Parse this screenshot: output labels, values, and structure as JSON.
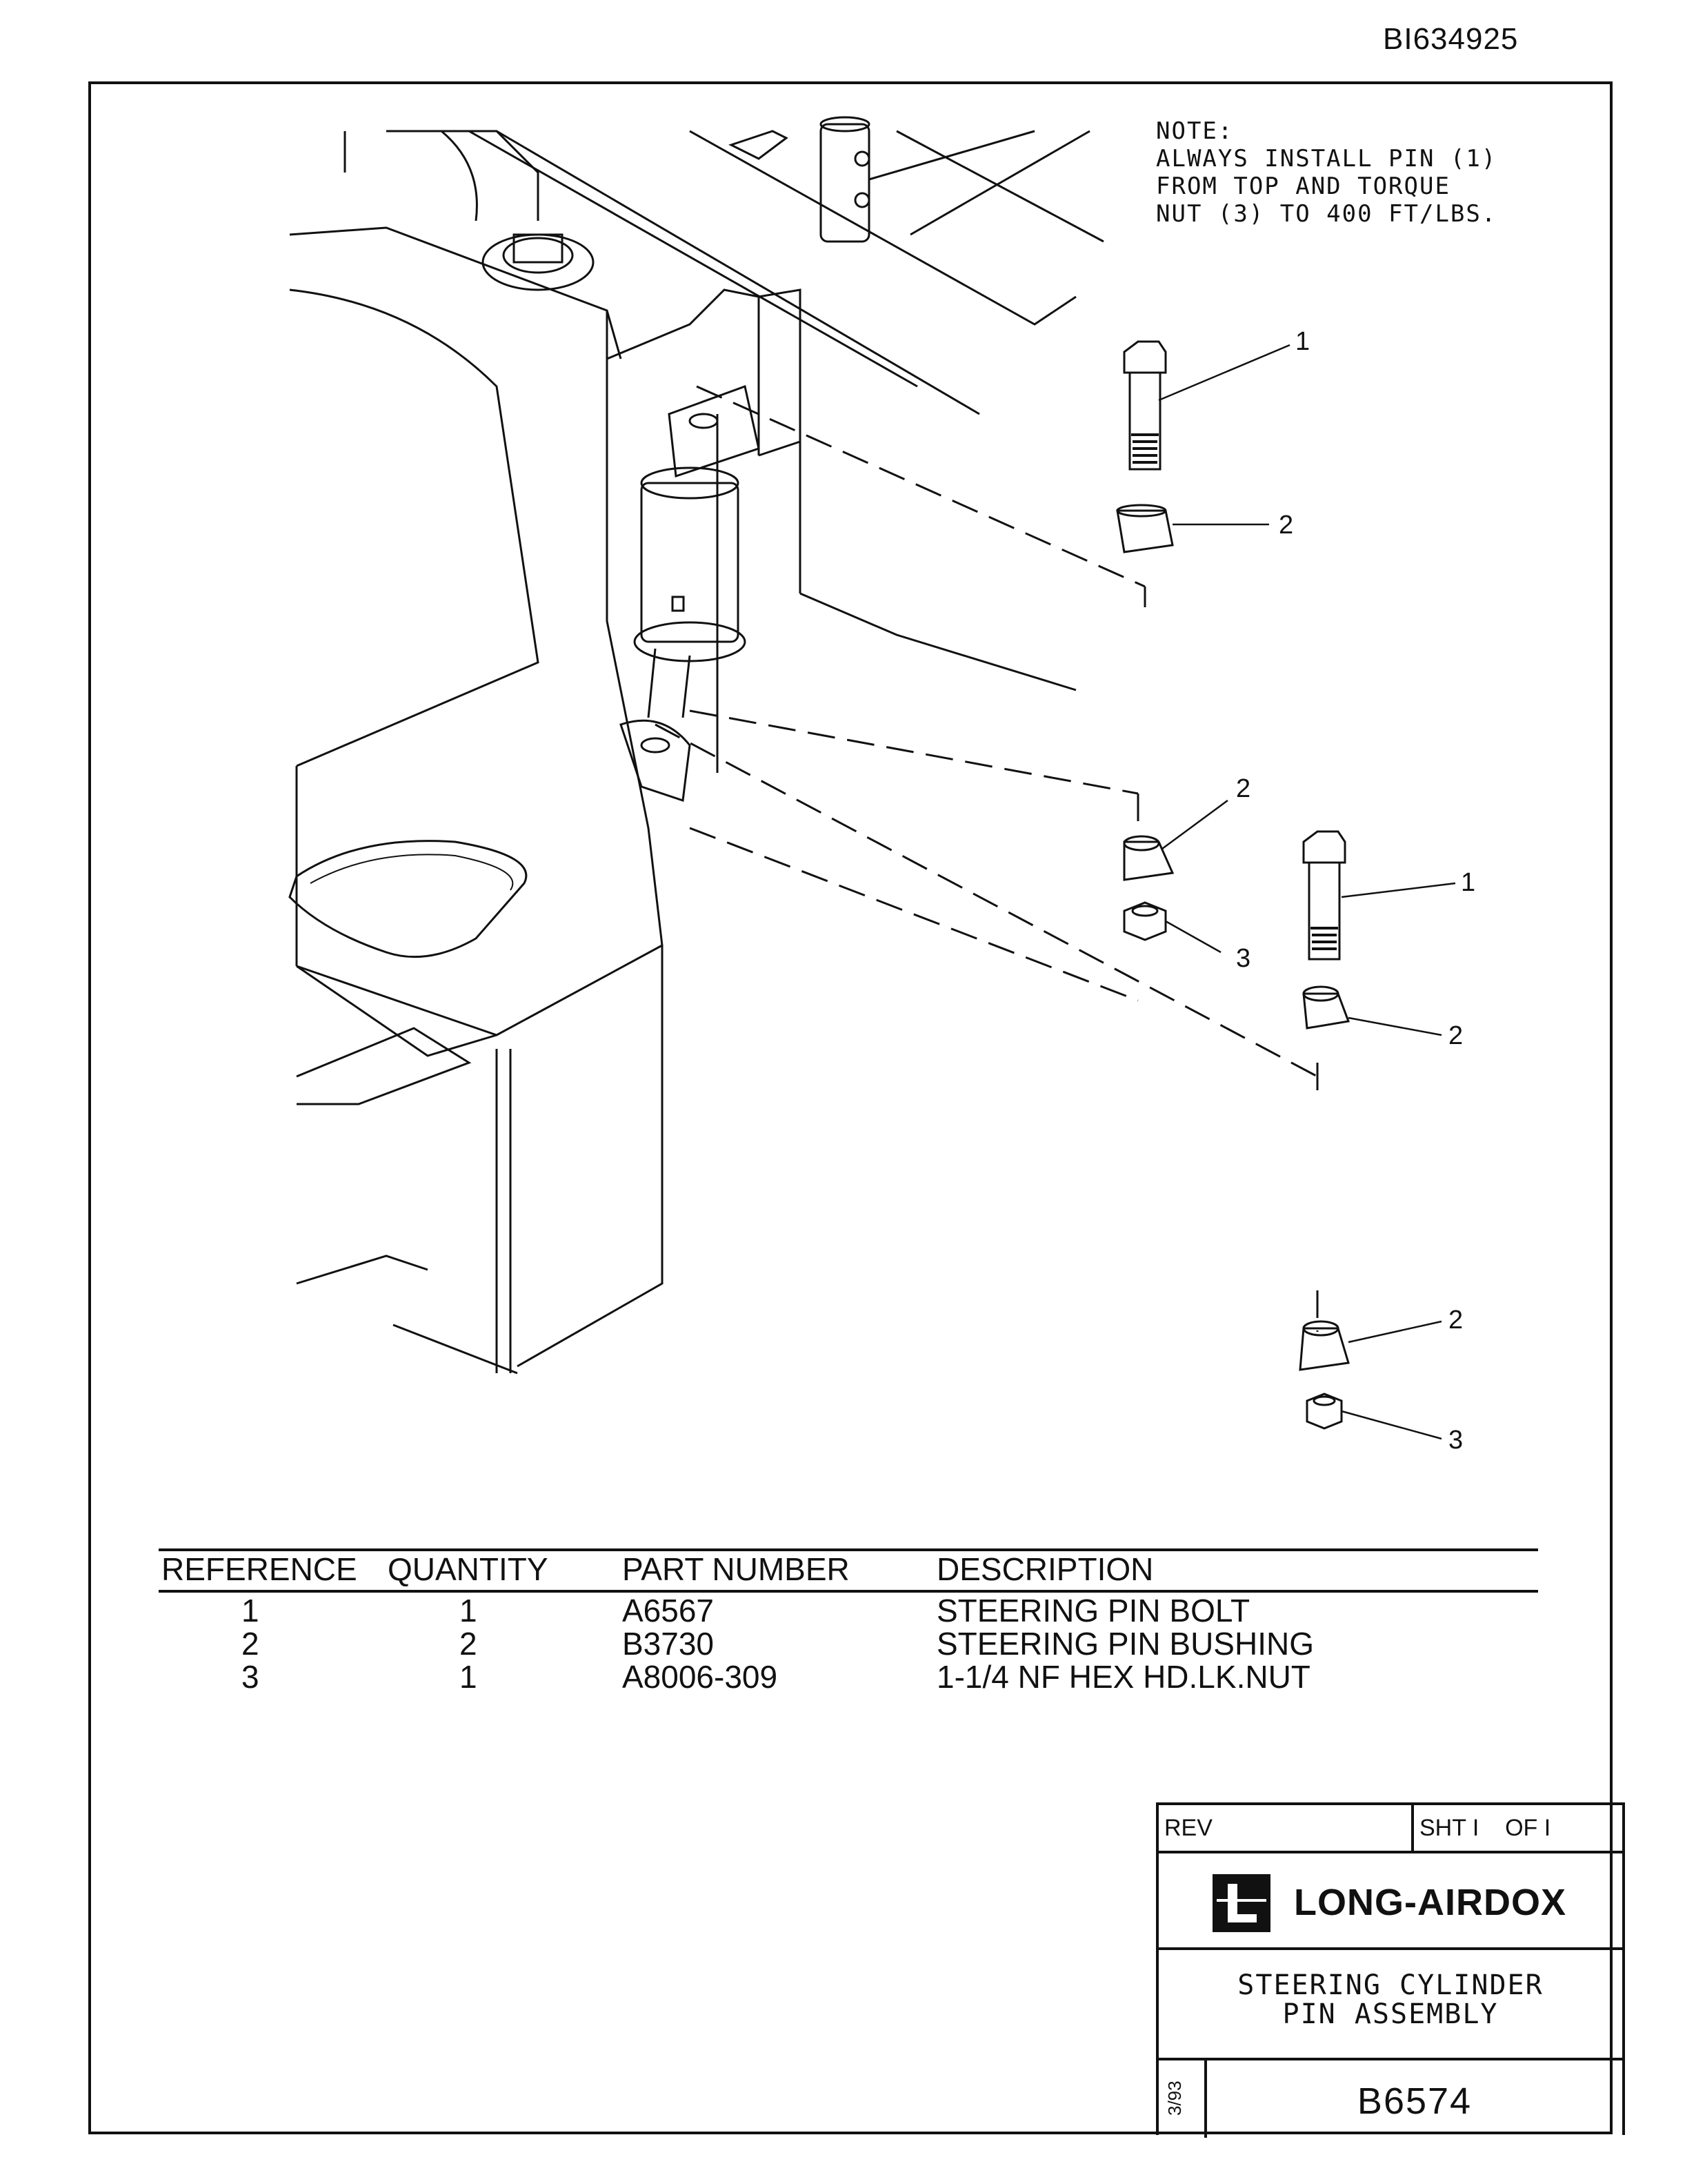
{
  "document_id": "BI634925",
  "note": {
    "heading": "NOTE:",
    "text": "ALWAYS INSTALL PIN (1)\nFROM TOP AND TORQUE\nNUT (3) TO 400 FT/LBS."
  },
  "callouts": [
    "1",
    "2",
    "2",
    "1",
    "3",
    "2",
    "2",
    "3"
  ],
  "parts_table": {
    "headers": [
      "REFERENCE",
      "QUANTITY",
      "PART NUMBER",
      "DESCRIPTION"
    ],
    "rows": [
      {
        "reference": "1",
        "quantity": "1",
        "part_number": "A6567",
        "description": "STEERING PIN BOLT"
      },
      {
        "reference": "2",
        "quantity": "2",
        "part_number": "B3730",
        "description": "STEERING PIN BUSHING"
      },
      {
        "reference": "3",
        "quantity": "1",
        "part_number": "A8006-309",
        "description": "1-1/4 NF HEX HD.LK.NUT"
      }
    ]
  },
  "title_block": {
    "rev_label": "REV",
    "sheet_label": "SHT I    OF I",
    "company": "LONG-AIRDOX",
    "title_line1": "STEERING CYLINDER",
    "title_line2": "PIN ASSEMBLY",
    "date": "3/93",
    "drawing_number": "B6574"
  }
}
